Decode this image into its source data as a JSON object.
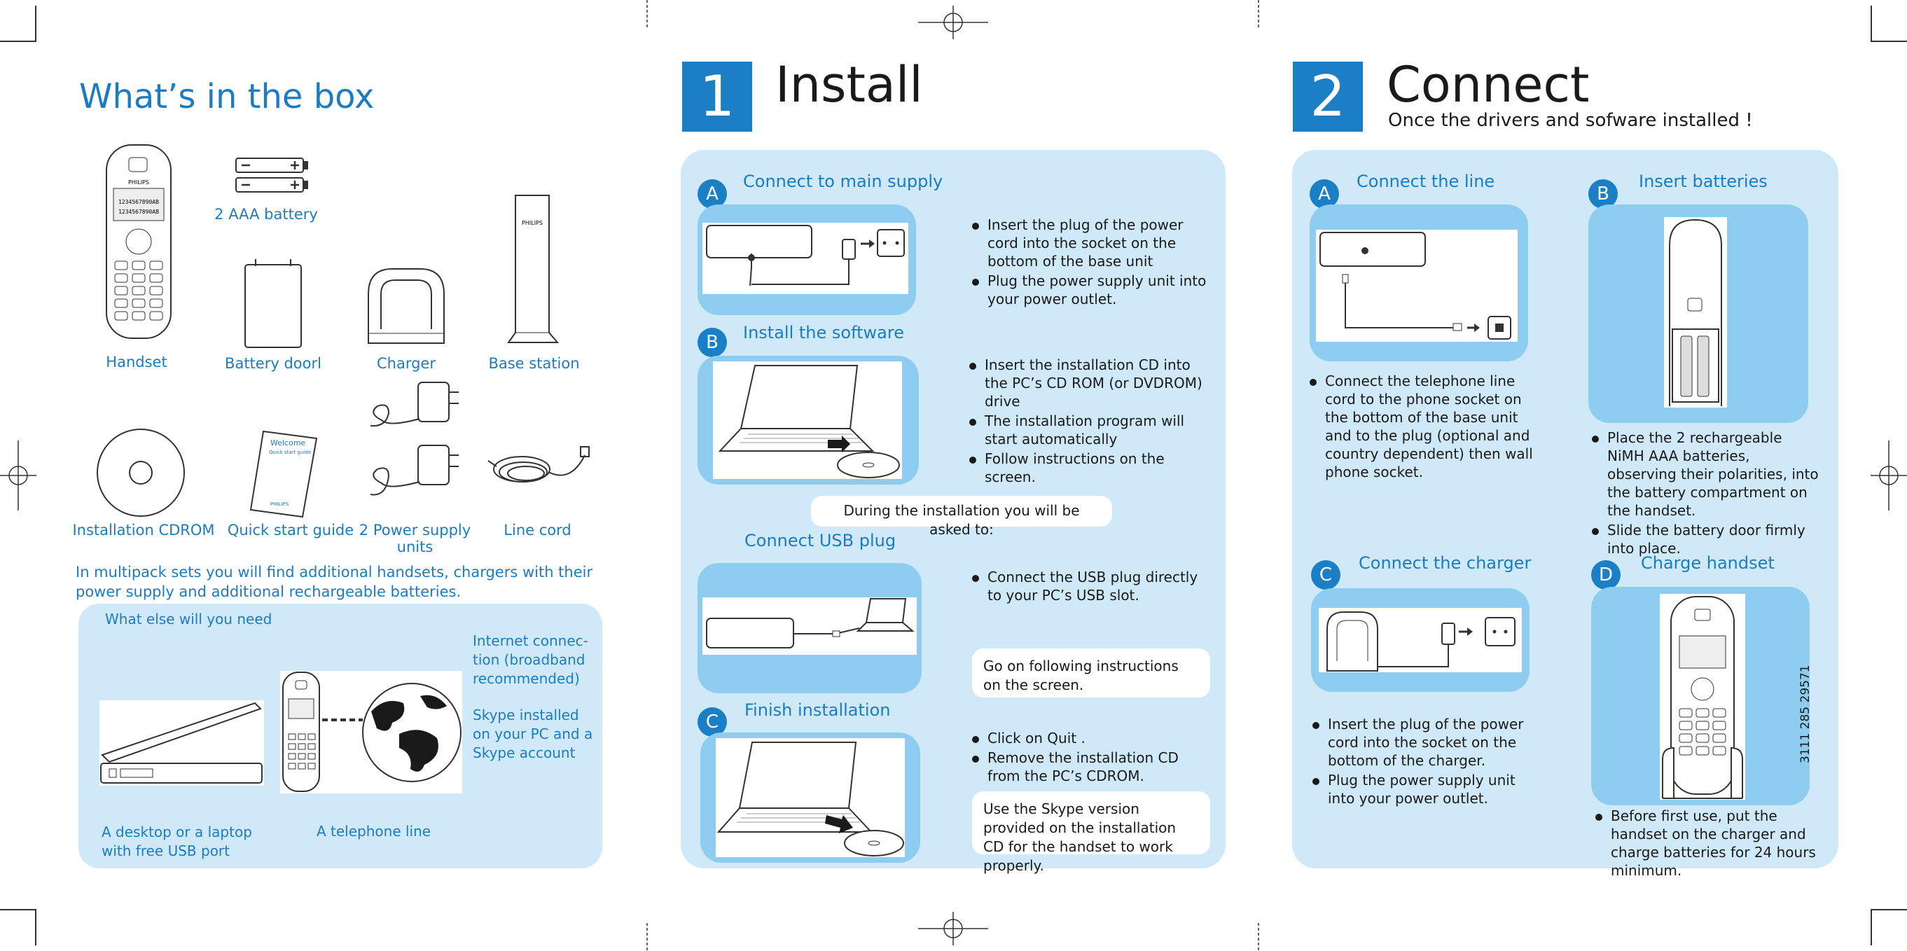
{
  "box": {
    "title": "What’s in the box",
    "items": {
      "handset": "Handset",
      "battery": "2 AAA battery",
      "battery_door": "Battery doorl",
      "charger": "Charger",
      "base_station": "Base station",
      "cdrom": "Installation CDROM",
      "quick_start": "Quick start guide",
      "power_supply": "2 Power supply units",
      "line_cord": "Line cord"
    },
    "device_text": {
      "brand": "PHILIPS",
      "screen_line1": "1234567890AB",
      "screen_line2": "1234567890AB",
      "booklet_title": "Welcome",
      "booklet_sub": "Quick start guide",
      "booklet_brand": "PHILIPS"
    },
    "multipack_note": "In multipack sets you will find additional handsets, chargers with their power supply and additional rechargeable batteries.",
    "need": {
      "title": "What else will you need",
      "internet": "Internet connec-tion (broadband recommended)",
      "skype": "Skype installed on your PC and a Skype account",
      "computer": "A desktop or a laptop with free USB port",
      "phone_line": "A telephone line"
    }
  },
  "install": {
    "number": "1",
    "title": "Install",
    "a": {
      "letter": "A",
      "title": "Connect to main supply",
      "bullets": [
        "Insert the plug of the power cord into the socket on the bottom of the base unit",
        "Plug the power supply unit into your power outlet."
      ]
    },
    "b": {
      "letter": "B",
      "title": "Install the software",
      "bullets": [
        "Insert the installation CD into the PC’s CD ROM (or DVDROM) drive",
        "The installation program will start automatically",
        "Follow instructions on the screen."
      ]
    },
    "asked": "During the installation you will be asked to:",
    "usb": {
      "title": "Connect USB plug",
      "bullet": "Connect the USB plug directly to your PC’s USB slot.",
      "note": "Go on following instructions on the screen."
    },
    "c": {
      "letter": "C",
      "title": "Finish installation",
      "bullets": [
        "Click on  Quit .",
        "Remove the installation CD from the PC’s CDROM."
      ],
      "note": "Use the Skype version provided on the installation CD for the handset to work properly."
    }
  },
  "connect": {
    "number": "2",
    "title": "Connect",
    "subtitle": "Once the drivers and sofware installed !",
    "a": {
      "letter": "A",
      "title": "Connect the line",
      "bullet": "Connect the telephone line cord to the phone socket on the bottom of the base unit and to the plug (optional and country dependent) then wall phone socket."
    },
    "b": {
      "letter": "B",
      "title": "Insert batteries",
      "bullets": [
        "Place the 2 rechargeable NiMH AAA batteries, observing their polarities, into the battery compartment on the handset.",
        "Slide the battery door firmly into place."
      ]
    },
    "c": {
      "letter": "C",
      "title": "Connect the charger",
      "bullets": [
        "Insert the plug of the power cord into the socket on the bottom of the charger.",
        "Plug the power supply unit into your power outlet."
      ]
    },
    "d": {
      "letter": "D",
      "title": "Charge handset",
      "bullet": "Before first use, put the handset on the charger and charge batteries for 24 hours minimum."
    },
    "code": "3111 285 29571"
  }
}
